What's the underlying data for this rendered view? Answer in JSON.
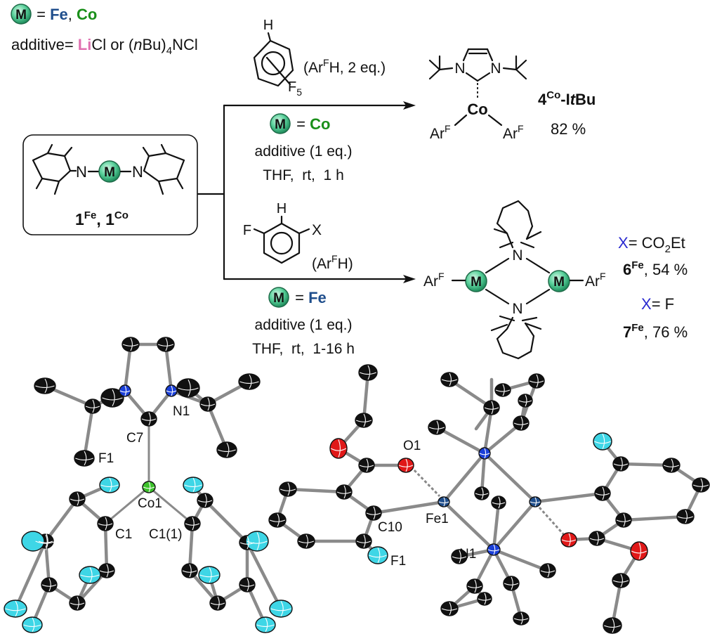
{
  "legend": {
    "metal_letter": "M",
    "equals": " = ",
    "metal_fe": "Fe",
    "comma": ", ",
    "metal_co": "Co",
    "additive_prefix": "additive= ",
    "li": "Li",
    "additive_rest": "Cl or (",
    "nbu_n": "n",
    "nbu_rest": "Bu)",
    "nbu_sub": "4",
    "nbu_end": "NCl"
  },
  "starting_material": {
    "label_1": "1",
    "sup_fe": "Fe",
    "sep": ", ",
    "label_2": "1",
    "sup_co": "Co",
    "atom_n": "N",
    "atom_m": "M"
  },
  "top_reaction": {
    "reagent_h": "H",
    "reagent_f": "F",
    "reagent_f_sub": "5",
    "reagent_note_pre": "(Ar",
    "reagent_note_sup": "F",
    "reagent_note_post": "H, 2 eq.)",
    "metal_letter": "M",
    "metal_eq": " = ",
    "metal": "Co",
    "cond1": "additive (1 eq.)",
    "cond2": "THF,  rt,  1 h",
    "product_co": "Co",
    "product_n": "N",
    "product_ar": "Ar",
    "product_ar_sup": "F",
    "product_label": "4",
    "product_label_sup": "Co",
    "product_label_suffix_pre": "-I",
    "product_label_t": "t",
    "product_label_suffix_post": "Bu",
    "yield": "82 %"
  },
  "bottom_reaction": {
    "reagent_h": "H",
    "reagent_f": "F",
    "reagent_x": "X",
    "reagent_note_pre": "(Ar",
    "reagent_note_sup": "F",
    "reagent_note_post": "H)",
    "metal_letter": "M",
    "metal_eq": " = ",
    "metal": "Fe",
    "cond1": "additive (1 eq.)",
    "cond2": "THF,  rt,  1-16 h",
    "product_n": "N",
    "product_m": "M",
    "product_ar": "Ar",
    "product_ar_sup": "F"
  },
  "results": {
    "x1": "X",
    "x1_rest": "= CO",
    "x1_sub": "2",
    "x1_end": "Et",
    "p6": "6",
    "p6_sup": "Fe",
    "p6_yield": ", 54 %",
    "x2": "X",
    "x2_rest": "= F",
    "p7": "7",
    "p7_sup": "Fe",
    "p7_yield": ", 76 %"
  },
  "crystal_left_labels": {
    "n1": "N1",
    "c7": "C7",
    "f1": "F1",
    "co1": "Co1",
    "c1": "C1",
    "c1b": "C1(1)"
  },
  "crystal_right_labels": {
    "o1": "O1",
    "fe1": "Fe1",
    "c10": "C10",
    "f1": "F1",
    "n1": "N1"
  },
  "colors": {
    "fe_blue": "#1f4e8c",
    "co_green": "#1a8f1a",
    "li_pink": "#e070b0",
    "x_blue": "#2a2ad0",
    "fluorine_cyan": "#3ed6e6",
    "nitrogen_blue": "#1a3fd8",
    "oxygen_red": "#e01818",
    "carbon_black": "#111111"
  }
}
